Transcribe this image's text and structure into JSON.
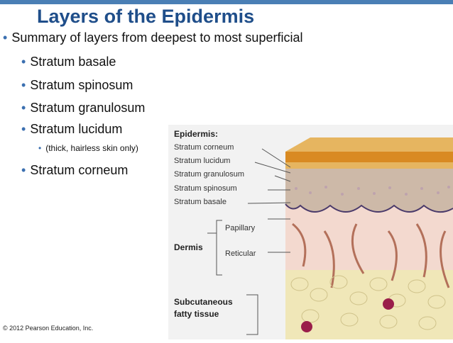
{
  "slide": {
    "title": "Layers of the Epidermis",
    "bullets": [
      {
        "level": 1,
        "text": "Summary of layers from deepest to most superficial"
      },
      {
        "level": 2,
        "text": "Stratum basale"
      },
      {
        "level": 2,
        "text": "Stratum spinosum"
      },
      {
        "level": 2,
        "text": "Stratum granulosum"
      },
      {
        "level": 2,
        "text": "Stratum lucidum"
      },
      {
        "level": 3,
        "text": "(thick, hairless skin only)"
      },
      {
        "level": 2,
        "text": "Stratum corneum"
      }
    ],
    "bullet_glyph": "•",
    "copyright": "© 2012 Pearson Education, Inc."
  },
  "figure": {
    "epidermis_heading": "Epidermis:",
    "epidermis_layers": [
      "Stratum corneum",
      "Stratum lucidum",
      "Stratum granulosum",
      "Stratum spinosum",
      "Stratum basale"
    ],
    "dermis_heading": "Dermis",
    "dermis_layers": [
      "Papillary",
      "Reticular"
    ],
    "subcutaneous_line1": "Subcutaneous",
    "subcutaneous_line2": "fatty tissue",
    "colors": {
      "title": "#1f4e8a",
      "accent_bar": "#4a7fb5",
      "corneum": "#d98a22",
      "lucidum": "#e6b560",
      "granulosum": "#cdb9a8",
      "dermis": "#f3d9cf",
      "fat": "#f0e7b8"
    }
  }
}
